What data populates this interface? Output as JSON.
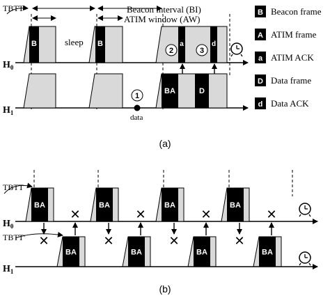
{
  "diagram_a": {
    "caption": "(a)",
    "tbtt_label": "TBTT",
    "beacon_interval_label": "Beacon interval (BI)",
    "atim_window_label": "ATIM window (AW)",
    "sleep_label": "sleep",
    "data_label": "data",
    "steps": [
      "1",
      "2",
      "3"
    ],
    "h0_label": "H",
    "h0_sub": "0",
    "h1_label": "H",
    "h1_sub": "1",
    "frame_letters": {
      "beacon": "B",
      "atim": "A",
      "ack": "a",
      "data": "D",
      "data_ack": "d",
      "beacon_atim": "BA"
    }
  },
  "legend": [
    {
      "key": "B",
      "label": "Beacon frame"
    },
    {
      "key": "A",
      "label": "ATIM frame"
    },
    {
      "key": "a",
      "label": "ATIM ACK"
    },
    {
      "key": "D",
      "label": "Data frame"
    },
    {
      "key": "d",
      "label": "Data ACK"
    }
  ],
  "diagram_b": {
    "caption": "(b)",
    "tbtt_label": "TBTT",
    "tbtt_prime_label": "TBTT'",
    "h0_label": "H",
    "h0_sub": "0",
    "h1_label": "H",
    "h1_sub": "1",
    "frame_label": "BA",
    "fail_mark": "✕"
  },
  "colors": {
    "black": "#000000",
    "window_fill": "#d9d9d9",
    "line": "#000000"
  }
}
